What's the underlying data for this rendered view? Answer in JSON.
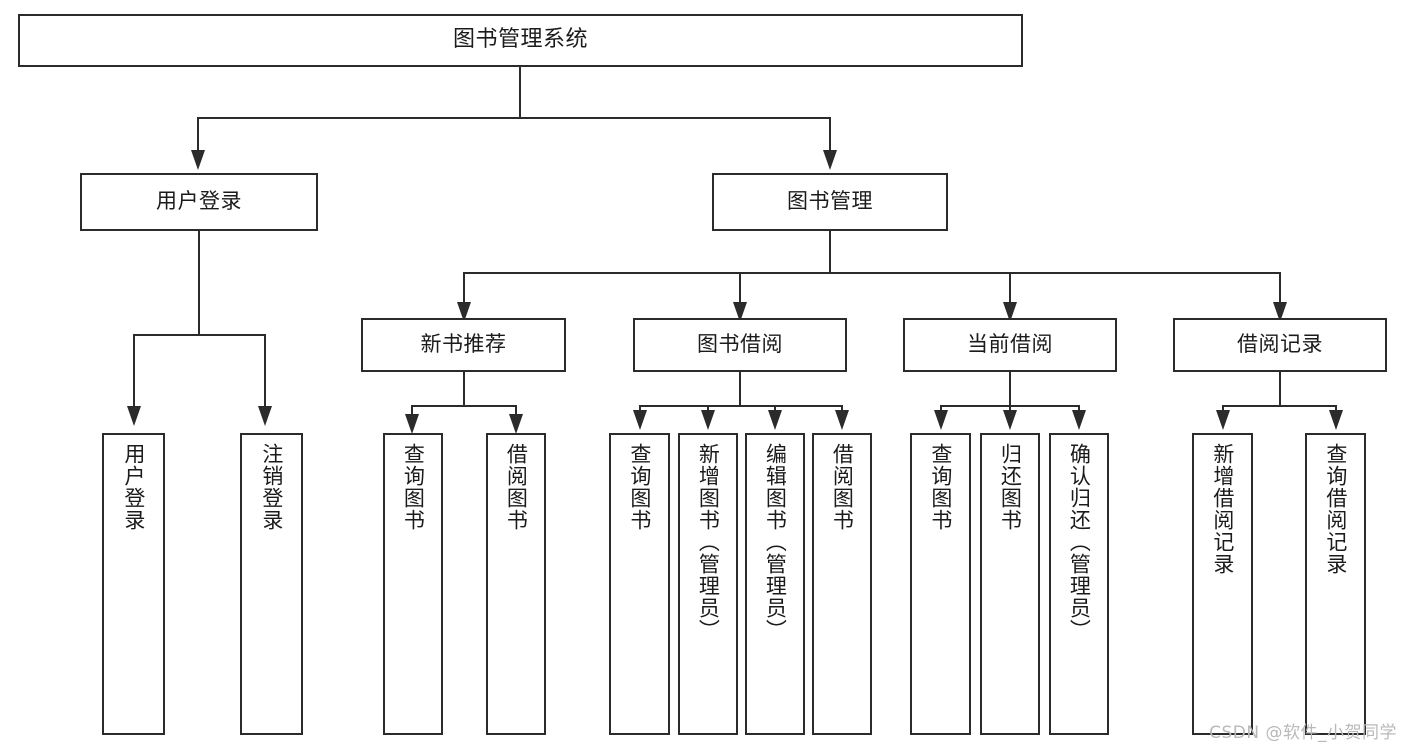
{
  "diagram": {
    "title": "图书管理系统",
    "type": "function-structure-tree",
    "root": {
      "id": "root",
      "label": "图书管理系统"
    },
    "level2": [
      {
        "id": "user-login",
        "label": "用户登录"
      },
      {
        "id": "book-manage",
        "label": "图书管理"
      }
    ],
    "level3": [
      {
        "id": "new-book-recommend",
        "label": "新书推荐",
        "parent": "book-manage"
      },
      {
        "id": "book-borrow",
        "label": "图书借阅",
        "parent": "book-manage"
      },
      {
        "id": "current-borrow",
        "label": "当前借阅",
        "parent": "book-manage"
      },
      {
        "id": "borrow-record",
        "label": "借阅记录",
        "parent": "book-manage"
      }
    ],
    "leaves": [
      {
        "id": "leaf-user-login",
        "label": "用户登录",
        "parent": "user-login"
      },
      {
        "id": "leaf-user-logout",
        "label": "注销登录",
        "parent": "user-login"
      },
      {
        "id": "leaf-query-book-1",
        "label": "查询图书",
        "parent": "new-book-recommend"
      },
      {
        "id": "leaf-borrow-book-1",
        "label": "借阅图书",
        "parent": "new-book-recommend"
      },
      {
        "id": "leaf-query-book-2",
        "label": "查询图书",
        "parent": "book-borrow"
      },
      {
        "id": "leaf-add-book",
        "label": "新增图书（管理员）",
        "parent": "book-borrow"
      },
      {
        "id": "leaf-edit-book",
        "label": "编辑图书（管理员）",
        "parent": "book-borrow"
      },
      {
        "id": "leaf-borrow-book-2",
        "label": "借阅图书",
        "parent": "book-borrow"
      },
      {
        "id": "leaf-query-book-3",
        "label": "查询图书",
        "parent": "current-borrow"
      },
      {
        "id": "leaf-return-book",
        "label": "归还图书",
        "parent": "current-borrow"
      },
      {
        "id": "leaf-confirm-return",
        "label": "确认归还（管理员）",
        "parent": "current-borrow"
      },
      {
        "id": "leaf-add-record",
        "label": "新增借阅记录",
        "parent": "borrow-record"
      },
      {
        "id": "leaf-query-record",
        "label": "查询借阅记录",
        "parent": "borrow-record"
      }
    ]
  },
  "watermark": {
    "text": "CSDN @软件_小贺同学"
  },
  "colors": {
    "stroke": "#2b2b2b",
    "fill": "#ffffff",
    "text": "#1b1b1b",
    "watermark": "#b9b9b9"
  }
}
